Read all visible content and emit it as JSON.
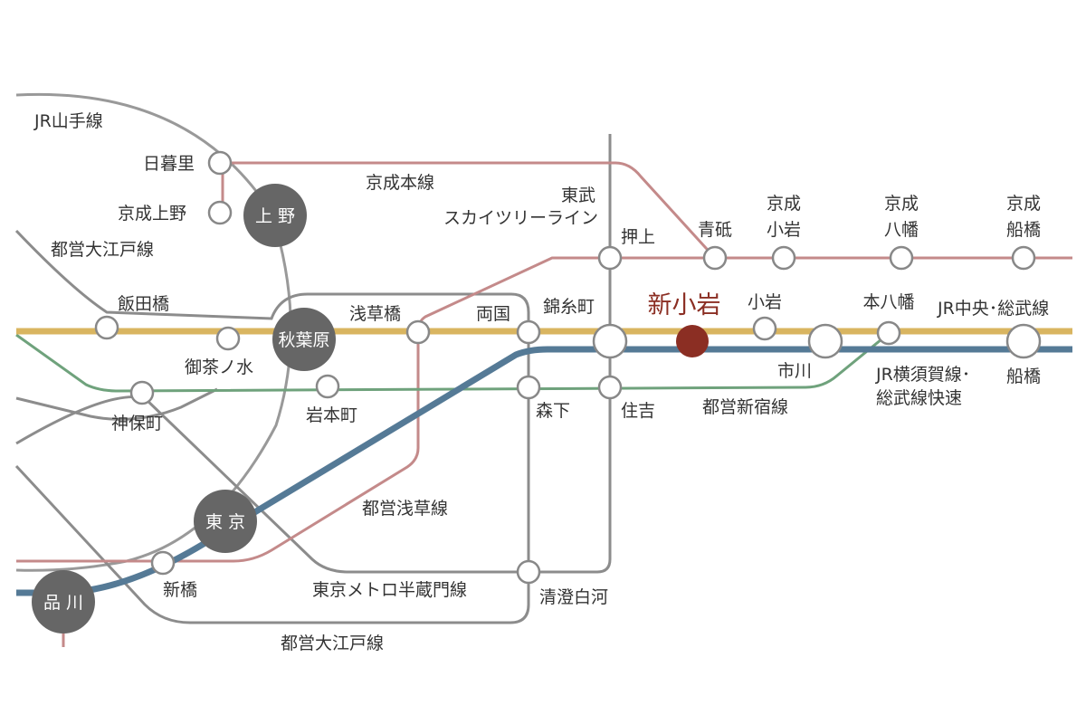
{
  "colors": {
    "yamanote": "#999999",
    "keisei": "#c48a8a",
    "sobu_local": "#d9b560",
    "sobu_rapid": "#557a96",
    "shinjuku": "#6fa27c",
    "oedo": "#8c8c8c",
    "hanzomon": "#8c8c8c",
    "asakusa": "#c48a8a",
    "skytree": "#8c8c8c",
    "station_hub": "#666666",
    "highlight": "#8b2e23"
  },
  "lines": {
    "yamanote": "JR山手線",
    "keisei_main": "京成本線",
    "skytree_1": "東武",
    "skytree_2": "スカイツリーライン",
    "oedo_north": "都営大江戸線",
    "oedo_south": "都営大江戸線",
    "asakusa": "都営浅草線",
    "hanzomon": "東京メトロ半蔵門線",
    "shinjuku": "都営新宿線",
    "chuo_sobu": "JR中央･総武線",
    "yokosuka_1": "JR横須賀線･",
    "yokosuka_2": "総武線快速"
  },
  "stations": {
    "nippori": "日暮里",
    "keisei_ueno": "京成上野",
    "ueno": "上 野",
    "akihabara": "秋葉原",
    "iidabashi": "飯田橋",
    "ochanomizu": "御茶ノ水",
    "jimbocho": "神保町",
    "iwamotocho": "岩本町",
    "asakusabashi": "浅草橋",
    "ryogoku": "両国",
    "kinshicho": "錦糸町",
    "oshiage": "押上",
    "aoto": "青砥",
    "keisei_koiwa_1": "京成",
    "keisei_koiwa_2": "小岩",
    "keisei_yawata_1": "京成",
    "keisei_yawata_2": "八幡",
    "keisei_funabashi_1": "京成",
    "keisei_funabashi_2": "船橋",
    "shinkoiwa": "新小岩",
    "koiwa": "小岩",
    "motoyawata": "本八幡",
    "ichikawa": "市川",
    "funabashi": "船橋",
    "morishita": "森下",
    "sumiyoshi": "住吉",
    "tokyo": "東 京",
    "shimbashi": "新橋",
    "shinagawa": "品 川",
    "kiyosumi": "清澄白河"
  }
}
